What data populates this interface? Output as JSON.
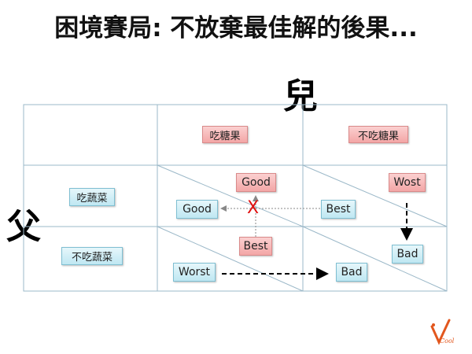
{
  "title": "困境賽局: 不放棄最佳解的後果...",
  "player_col": "兒",
  "player_row": "父",
  "col_headers": [
    "吃糖果",
    "不吃糖果"
  ],
  "row_headers": [
    "吃蔬菜",
    "不吃蔬菜"
  ],
  "cells": {
    "r1c1": {
      "son": "Good",
      "father": "Good"
    },
    "r1c2": {
      "son": "Wost",
      "father": "Best"
    },
    "r2c1": {
      "son": "Best",
      "father": "Worst"
    },
    "r2c2": {
      "son": "Bad",
      "father": "Bad"
    }
  },
  "blocked_mark": "X",
  "logo_text": "Cool",
  "colors": {
    "son_box": "#f3a6a6",
    "father_box": "#bfe7f2",
    "grid_line": "#9bb8c8",
    "cross": "#e01010"
  }
}
